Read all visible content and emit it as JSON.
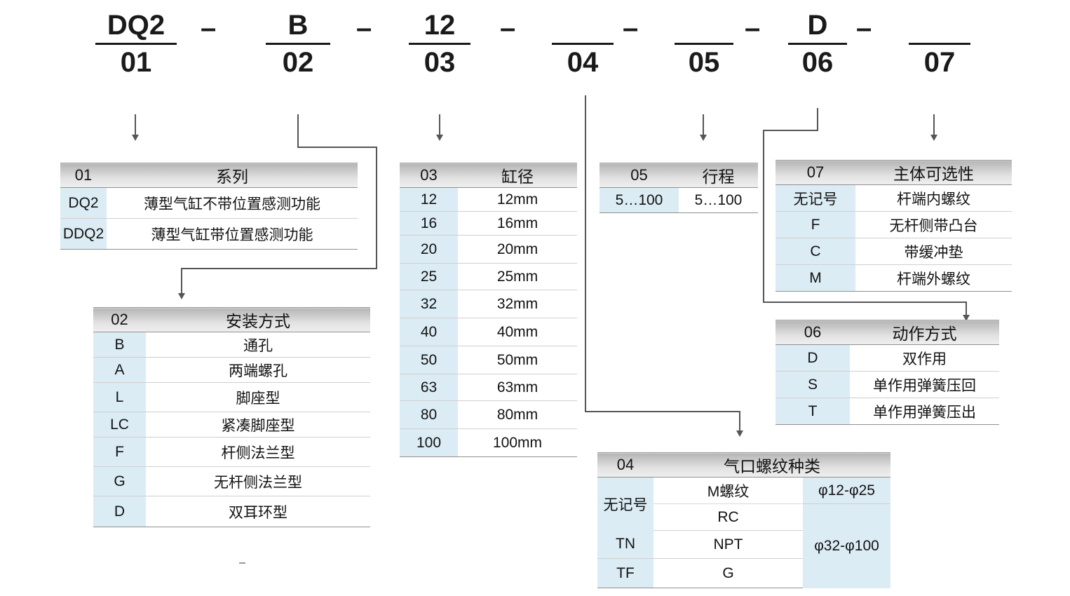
{
  "model_code": {
    "slots": [
      {
        "code": "DQ2",
        "num": "01"
      },
      {
        "code": "B",
        "num": "02"
      },
      {
        "code": "12",
        "num": "03"
      },
      {
        "code": "",
        "num": "04"
      },
      {
        "code": "",
        "num": "05"
      },
      {
        "code": "D",
        "num": "06"
      },
      {
        "code": "",
        "num": "07"
      }
    ],
    "separator": "–"
  },
  "tables": {
    "t01": {
      "number": "01",
      "title": "系列",
      "rows": [
        {
          "code": "DQ2",
          "desc": "薄型气缸不带位置感测功能"
        },
        {
          "code": "DDQ2",
          "desc": "薄型气缸带位置感测功能"
        }
      ]
    },
    "t02": {
      "number": "02",
      "title": "安装方式",
      "rows": [
        {
          "code": "B",
          "desc": "通孔"
        },
        {
          "code": "A",
          "desc": "两端螺孔"
        },
        {
          "code": "L",
          "desc": "脚座型"
        },
        {
          "code": "LC",
          "desc": "紧凑脚座型"
        },
        {
          "code": "F",
          "desc": "杆侧法兰型"
        },
        {
          "code": "G",
          "desc": "无杆侧法兰型"
        },
        {
          "code": "D",
          "desc": "双耳环型"
        }
      ]
    },
    "t03": {
      "number": "03",
      "title": "缸径",
      "rows": [
        {
          "code": "12",
          "desc": "12mm"
        },
        {
          "code": "16",
          "desc": "16mm"
        },
        {
          "code": "20",
          "desc": "20mm"
        },
        {
          "code": "25",
          "desc": "25mm"
        },
        {
          "code": "32",
          "desc": "32mm"
        },
        {
          "code": "40",
          "desc": "40mm"
        },
        {
          "code": "50",
          "desc": "50mm"
        },
        {
          "code": "63",
          "desc": "63mm"
        },
        {
          "code": "80",
          "desc": "80mm"
        },
        {
          "code": "100",
          "desc": "100mm"
        }
      ]
    },
    "t04": {
      "number": "04",
      "title": "气口螺纹种类",
      "rows": [
        {
          "code": "无记号",
          "desc": "M螺纹",
          "bore": "φ12-φ25"
        },
        {
          "code": "",
          "desc": "RC",
          "bore": "φ32-φ100"
        },
        {
          "code": "TN",
          "desc": "NPT",
          "bore": ""
        },
        {
          "code": "TF",
          "desc": "G",
          "bore": ""
        }
      ]
    },
    "t05": {
      "number": "05",
      "title": "行程",
      "rows": [
        {
          "code": "5…100",
          "desc": "5…100"
        }
      ]
    },
    "t06": {
      "number": "06",
      "title": "动作方式",
      "rows": [
        {
          "code": "D",
          "desc": "双作用"
        },
        {
          "code": "S",
          "desc": "单作用弹簧压回"
        },
        {
          "code": "T",
          "desc": "单作用弹簧压出"
        }
      ]
    },
    "t07": {
      "number": "07",
      "title": "主体可选性",
      "rows": [
        {
          "code": "无记号",
          "desc": "杆端内螺纹"
        },
        {
          "code": "F",
          "desc": "无杆侧带凸台"
        },
        {
          "code": "C",
          "desc": "带缓冲垫"
        },
        {
          "code": "M",
          "desc": "杆端外螺纹"
        }
      ]
    }
  },
  "colors": {
    "code_cell": "#dcecf4",
    "header_gray": "#cccccc",
    "connector": "#555555",
    "text": "#121212"
  }
}
